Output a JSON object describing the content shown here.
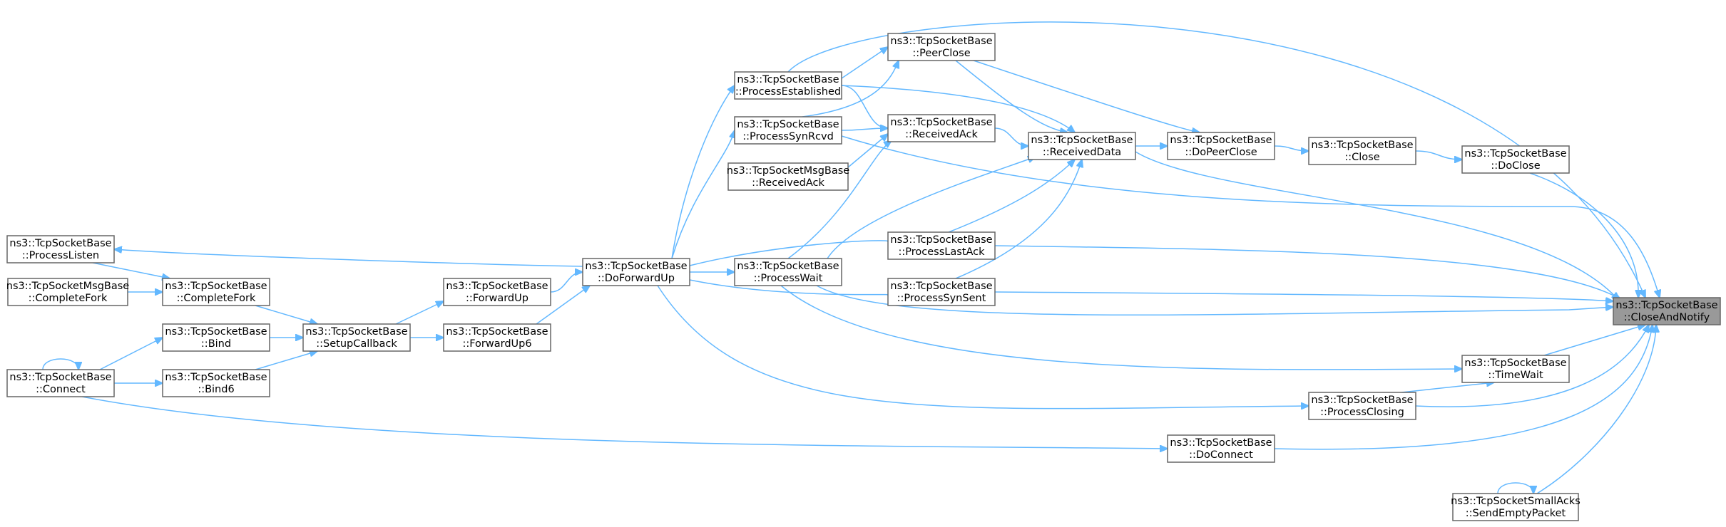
{
  "nodes": [
    {
      "id": "closeandnotify",
      "line1": "ns3::TcpSocketBase",
      "line2": "::CloseAndNotify",
      "focus": true
    },
    {
      "id": "doclose",
      "line1": "ns3::TcpSocketBase",
      "line2": "::DoClose"
    },
    {
      "id": "close",
      "line1": "ns3::TcpSocketBase",
      "line2": "::Close"
    },
    {
      "id": "dopeerclose",
      "line1": "ns3::TcpSocketBase",
      "line2": "::DoPeerClose"
    },
    {
      "id": "receiveddata",
      "line1": "ns3::TcpSocketBase",
      "line2": "::ReceivedData"
    },
    {
      "id": "peerclose",
      "line1": "ns3::TcpSocketBase",
      "line2": "::PeerClose"
    },
    {
      "id": "receivedack",
      "line1": "ns3::TcpSocketBase",
      "line2": "::ReceivedAck"
    },
    {
      "id": "processlastack",
      "line1": "ns3::TcpSocketBase",
      "line2": "::ProcessLastAck"
    },
    {
      "id": "processsynsent",
      "line1": "ns3::TcpSocketBase",
      "line2": "::ProcessSynSent"
    },
    {
      "id": "processestablished",
      "line1": "ns3::TcpSocketBase",
      "line2": "::ProcessEstablished"
    },
    {
      "id": "processsynrcvd",
      "line1": "ns3::TcpSocketBase",
      "line2": "::ProcessSynRcvd"
    },
    {
      "id": "msgreceivedack",
      "line1": "ns3::TcpSocketMsgBase",
      "line2": "::ReceivedAck"
    },
    {
      "id": "processwait",
      "line1": "ns3::TcpSocketBase",
      "line2": "::ProcessWait"
    },
    {
      "id": "doforwardup",
      "line1": "ns3::TcpSocketBase",
      "line2": "::DoForwardUp"
    },
    {
      "id": "forwardup",
      "line1": "ns3::TcpSocketBase",
      "line2": "::ForwardUp"
    },
    {
      "id": "forwardup6",
      "line1": "ns3::TcpSocketBase",
      "line2": "::ForwardUp6"
    },
    {
      "id": "setupcallback",
      "line1": "ns3::TcpSocketBase",
      "line2": "::SetupCallback"
    },
    {
      "id": "completefork",
      "line1": "ns3::TcpSocketBase",
      "line2": "::CompleteFork"
    },
    {
      "id": "msgcompletefork",
      "line1": "ns3::TcpSocketMsgBase",
      "line2": "::CompleteFork"
    },
    {
      "id": "processlisten",
      "line1": "ns3::TcpSocketBase",
      "line2": "::ProcessListen"
    },
    {
      "id": "bind",
      "line1": "ns3::TcpSocketBase",
      "line2": "::Bind"
    },
    {
      "id": "bind6",
      "line1": "ns3::TcpSocketBase",
      "line2": "::Bind6"
    },
    {
      "id": "connect",
      "line1": "ns3::TcpSocketBase",
      "line2": "::Connect"
    },
    {
      "id": "timewait",
      "line1": "ns3::TcpSocketBase",
      "line2": "::TimeWait"
    },
    {
      "id": "processclosing",
      "line1": "ns3::TcpSocketBase",
      "line2": "::ProcessClosing"
    },
    {
      "id": "doconnect",
      "line1": "ns3::TcpSocketBase",
      "line2": "::DoConnect"
    },
    {
      "id": "sendemptypacket",
      "line1": "ns3::TcpSocketSmallAcks",
      "line2": "::SendEmptyPacket"
    }
  ],
  "edges": [
    [
      "doclose",
      "closeandnotify"
    ],
    [
      "close",
      "doclose"
    ],
    [
      "dopeerclose",
      "close"
    ],
    [
      "receiveddata",
      "dopeerclose"
    ],
    [
      "peerclose",
      "dopeerclose"
    ],
    [
      "peerclose",
      "receiveddata"
    ],
    [
      "receivedack",
      "receiveddata"
    ],
    [
      "processestablished",
      "receiveddata"
    ],
    [
      "processlastack",
      "receiveddata"
    ],
    [
      "processsynsent",
      "receiveddata"
    ],
    [
      "processwait",
      "receiveddata"
    ],
    [
      "processestablished",
      "peerclose"
    ],
    [
      "processsynrcvd",
      "peerclose"
    ],
    [
      "processestablished",
      "receivedack"
    ],
    [
      "processsynrcvd",
      "receivedack"
    ],
    [
      "msgreceivedack",
      "receivedack"
    ],
    [
      "processwait",
      "receivedack"
    ],
    [
      "doforwardup",
      "processestablished"
    ],
    [
      "doforwardup",
      "processsynrcvd"
    ],
    [
      "doforwardup",
      "processwait"
    ],
    [
      "doforwardup",
      "processlastack"
    ],
    [
      "doforwardup",
      "processsynsent"
    ],
    [
      "doforwardup",
      "processlisten"
    ],
    [
      "doforwardup",
      "processclosing"
    ],
    [
      "forwardup",
      "doforwardup"
    ],
    [
      "forwardup6",
      "doforwardup"
    ],
    [
      "setupcallback",
      "forwardup"
    ],
    [
      "setupcallback",
      "forwardup6"
    ],
    [
      "completefork",
      "setupcallback"
    ],
    [
      "bind",
      "setupcallback"
    ],
    [
      "bind6",
      "setupcallback"
    ],
    [
      "processlisten",
      "completefork"
    ],
    [
      "msgcompletefork",
      "completefork"
    ],
    [
      "connect",
      "bind"
    ],
    [
      "connect",
      "bind6"
    ],
    [
      "connect",
      "connect"
    ],
    [
      "connect",
      "doconnect"
    ],
    [
      "processwait",
      "timewait"
    ],
    [
      "processclosing",
      "timewait"
    ],
    [
      "timewait",
      "closeandnotify"
    ],
    [
      "processclosing",
      "closeandnotify"
    ],
    [
      "doconnect",
      "closeandnotify"
    ],
    [
      "sendemptypacket",
      "closeandnotify"
    ],
    [
      "sendemptypacket",
      "sendemptypacket"
    ],
    [
      "processlastack",
      "closeandnotify"
    ],
    [
      "processsynsent",
      "closeandnotify"
    ],
    [
      "processwait",
      "closeandnotify"
    ],
    [
      "processsynrcvd",
      "closeandnotify"
    ],
    [
      "processestablished",
      "closeandnotify"
    ],
    [
      "receiveddata",
      "closeandnotify"
    ]
  ]
}
